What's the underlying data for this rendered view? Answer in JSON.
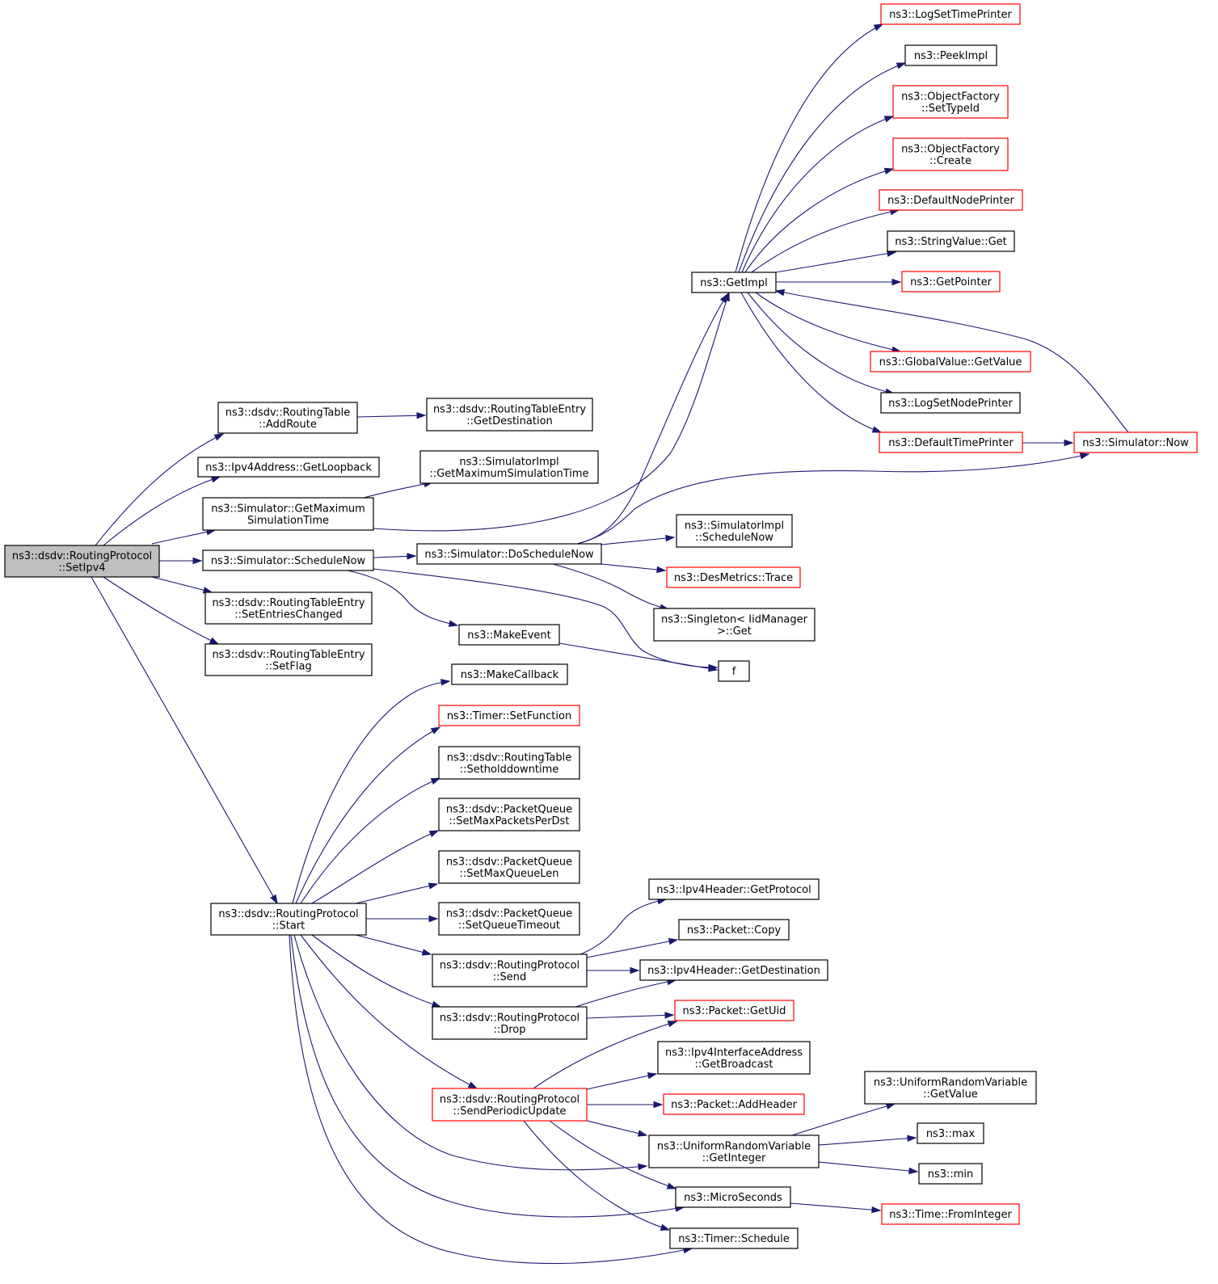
{
  "graph": {
    "edge_color": "#191970",
    "root_fill": "#bfbfbf",
    "node_fill": "#ffffff",
    "border_normal": "#000000",
    "border_truncated": "#ff0000",
    "nodes": [
      {
        "id": "setipv4",
        "lines": [
          "ns3::dsdv::RoutingProtocol",
          "::SetIpv4"
        ],
        "root": true
      },
      {
        "id": "addroute",
        "lines": [
          "ns3::dsdv::RoutingTable",
          "::AddRoute"
        ]
      },
      {
        "id": "getloopback",
        "lines": [
          "ns3::Ipv4Address::GetLoopback"
        ]
      },
      {
        "id": "sim_getmax",
        "lines": [
          "ns3::Simulator::GetMaximum",
          "SimulationTime"
        ]
      },
      {
        "id": "sim_schedulenow",
        "lines": [
          "ns3::Simulator::ScheduleNow"
        ]
      },
      {
        "id": "setentrieschanged",
        "lines": [
          "ns3::dsdv::RoutingTableEntry",
          "::SetEntriesChanged"
        ]
      },
      {
        "id": "setflag",
        "lines": [
          "ns3::dsdv::RoutingTableEntry",
          "::SetFlag"
        ]
      },
      {
        "id": "start",
        "lines": [
          "ns3::dsdv::RoutingProtocol",
          "::Start"
        ]
      },
      {
        "id": "getdestination_rte",
        "lines": [
          "ns3::dsdv::RoutingTableEntry",
          "::GetDestination"
        ]
      },
      {
        "id": "impl_getmax",
        "lines": [
          "ns3::SimulatorImpl",
          "::GetMaximumSimulationTime"
        ]
      },
      {
        "id": "doschedulenow",
        "lines": [
          "ns3::Simulator::DoScheduleNow"
        ]
      },
      {
        "id": "makeevent",
        "lines": [
          "ns3::MakeEvent"
        ]
      },
      {
        "id": "makecallback",
        "lines": [
          "ns3::MakeCallback"
        ]
      },
      {
        "id": "timer_setfunction",
        "lines": [
          "ns3::Timer::SetFunction"
        ],
        "truncated": true
      },
      {
        "id": "setholddowntime",
        "lines": [
          "ns3::dsdv::RoutingTable",
          "::Setholddowntime"
        ]
      },
      {
        "id": "setmaxpacketsperdst",
        "lines": [
          "ns3::dsdv::PacketQueue",
          "::SetMaxPacketsPerDst"
        ]
      },
      {
        "id": "setmaxqueuelen",
        "lines": [
          "ns3::dsdv::PacketQueue",
          "::SetMaxQueueLen"
        ]
      },
      {
        "id": "setqueuetimeout",
        "lines": [
          "ns3::dsdv::PacketQueue",
          "::SetQueueTimeout"
        ]
      },
      {
        "id": "send",
        "lines": [
          "ns3::dsdv::RoutingProtocol",
          "::Send"
        ]
      },
      {
        "id": "drop",
        "lines": [
          "ns3::dsdv::RoutingProtocol",
          "::Drop"
        ]
      },
      {
        "id": "sendperiodicupdate",
        "lines": [
          "ns3::dsdv::RoutingProtocol",
          "::SendPeriodicUpdate"
        ],
        "truncated": true
      },
      {
        "id": "getimpl",
        "lines": [
          "ns3::GetImpl"
        ]
      },
      {
        "id": "impl_schedulenow",
        "lines": [
          "ns3::SimulatorImpl",
          "::ScheduleNow"
        ]
      },
      {
        "id": "desmetrics_trace",
        "lines": [
          "ns3::DesMetrics::Trace"
        ],
        "truncated": true
      },
      {
        "id": "singleton_get",
        "lines": [
          "ns3::Singleton< IidManager",
          ">::Get"
        ]
      },
      {
        "id": "f",
        "lines": [
          "f"
        ]
      },
      {
        "id": "ipv4header_getprotocol",
        "lines": [
          "ns3::Ipv4Header::GetProtocol"
        ]
      },
      {
        "id": "packet_copy",
        "lines": [
          "ns3::Packet::Copy"
        ]
      },
      {
        "id": "ipv4header_getdestination",
        "lines": [
          "ns3::Ipv4Header::GetDestination"
        ]
      },
      {
        "id": "packet_getuid",
        "lines": [
          "ns3::Packet::GetUid"
        ],
        "truncated": true
      },
      {
        "id": "getbroadcast",
        "lines": [
          "ns3::Ipv4InterfaceAddress",
          "::GetBroadcast"
        ]
      },
      {
        "id": "packet_addheader",
        "lines": [
          "ns3::Packet::AddHeader"
        ],
        "truncated": true
      },
      {
        "id": "urv_getinteger",
        "lines": [
          "ns3::UniformRandomVariable",
          "::GetInteger"
        ]
      },
      {
        "id": "microseconds",
        "lines": [
          "ns3::MicroSeconds"
        ]
      },
      {
        "id": "timer_schedule",
        "lines": [
          "ns3::Timer::Schedule"
        ]
      },
      {
        "id": "logsettimeprinter",
        "lines": [
          "ns3::LogSetTimePrinter"
        ],
        "truncated": true
      },
      {
        "id": "peekimpl",
        "lines": [
          "ns3::PeekImpl"
        ]
      },
      {
        "id": "objectfactory_settypeid",
        "lines": [
          "ns3::ObjectFactory",
          "::SetTypeId"
        ],
        "truncated": true
      },
      {
        "id": "objectfactory_create",
        "lines": [
          "ns3::ObjectFactory",
          "::Create"
        ],
        "truncated": true
      },
      {
        "id": "defaultnodeprinter",
        "lines": [
          "ns3::DefaultNodePrinter"
        ],
        "truncated": true
      },
      {
        "id": "stringvalue_get",
        "lines": [
          "ns3::StringValue::Get"
        ]
      },
      {
        "id": "getpointer",
        "lines": [
          "ns3::GetPointer"
        ],
        "truncated": true
      },
      {
        "id": "globalvalue_getvalue",
        "lines": [
          "ns3::GlobalValue::GetValue"
        ],
        "truncated": true
      },
      {
        "id": "logsetnodeprinter",
        "lines": [
          "ns3::LogSetNodePrinter"
        ]
      },
      {
        "id": "defaulttimeprinter",
        "lines": [
          "ns3::DefaultTimePrinter"
        ],
        "truncated": true
      },
      {
        "id": "simulator_now",
        "lines": [
          "ns3::Simulator::Now"
        ],
        "truncated": true
      },
      {
        "id": "urv_getvalue",
        "lines": [
          "ns3::UniformRandomVariable",
          "::GetValue"
        ]
      },
      {
        "id": "max",
        "lines": [
          "ns3::max"
        ]
      },
      {
        "id": "min",
        "lines": [
          "ns3::min"
        ]
      },
      {
        "id": "time_frominteger",
        "lines": [
          "ns3::Time::FromInteger"
        ],
        "truncated": true
      }
    ]
  }
}
